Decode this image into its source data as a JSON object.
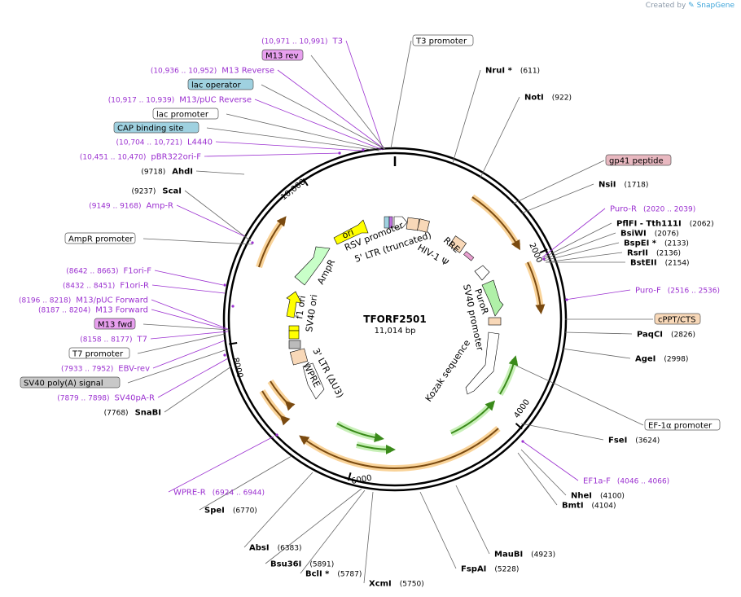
{
  "header": {
    "credit_prefix": "Created by",
    "credit_brand": "SnapGene"
  },
  "plasmid": {
    "name": "TFORF2501",
    "length_label": "11,014 bp",
    "total_bp": 11014
  },
  "ticks": [
    {
      "bp": 2000,
      "label": "2000"
    },
    {
      "bp": 4000,
      "label": "4000"
    },
    {
      "bp": 6000,
      "label": "6000"
    },
    {
      "bp": 8000,
      "label": "8000"
    },
    {
      "bp": 10000,
      "label": "10,000"
    }
  ],
  "colors": {
    "enzyme": "#000000",
    "primer": "#9b30d0",
    "line": "#666666",
    "primer_box": "#e8a0ef",
    "feature_box_blue": "#9fd1e0",
    "feature_box_pink": "#e8b8c0",
    "feature_box_peach": "#f8d8b8",
    "feature_box_gray": "#c8c8c8",
    "amp": "#c8ffc8",
    "ori": "#ffff00",
    "puro": "#b0f0a8",
    "ltr": "#f8d8b8",
    "orf_highlight": "#f8c880",
    "orf_arrow": "#3a8a1a"
  },
  "labels": {
    "left": [
      {
        "text": "T3",
        "coords": "(10,971 .. 10,991)",
        "kind": "primer"
      },
      {
        "text": "M13 rev",
        "kind": "primer_box"
      },
      {
        "text": "M13 Reverse",
        "coords": "(10,936 .. 10,952)",
        "kind": "primer"
      },
      {
        "text": "lac operator",
        "kind": "box_blue"
      },
      {
        "text": "M13/pUC Reverse",
        "coords": "(10,917 .. 10,939)",
        "kind": "primer"
      },
      {
        "text": "lac promoter",
        "kind": "box_white"
      },
      {
        "text": "CAP binding site",
        "kind": "box_blue"
      },
      {
        "text": "L4440",
        "coords": "(10,704 .. 10,721)",
        "kind": "primer"
      },
      {
        "text": "pBR322ori-F",
        "coords": "(10,451 .. 10,470)",
        "kind": "primer"
      },
      {
        "text": "AhdI",
        "pos": "(9718)",
        "kind": "enzyme"
      },
      {
        "text": "ScaI",
        "pos": "(9237)",
        "kind": "enzyme"
      },
      {
        "text": "Amp-R",
        "coords": "(9149 .. 9168)",
        "kind": "primer"
      },
      {
        "text": "AmpR promoter",
        "kind": "box_white"
      },
      {
        "text": "F1ori-F",
        "coords": "(8642 .. 8663)",
        "kind": "primer"
      },
      {
        "text": "F1ori-R",
        "coords": "(8432 .. 8451)",
        "kind": "primer"
      },
      {
        "text": "M13/pUC Forward",
        "coords": "(8196 .. 8218)",
        "kind": "primer"
      },
      {
        "text": "M13 Forward",
        "coords": "(8187 .. 8204)",
        "kind": "primer"
      },
      {
        "text": "M13 fwd",
        "kind": "primer_box"
      },
      {
        "text": "T7",
        "coords": "(8158 .. 8177)",
        "kind": "primer"
      },
      {
        "text": "T7 promoter",
        "kind": "box_white"
      },
      {
        "text": "EBV-rev",
        "coords": "(7933 .. 7952)",
        "kind": "primer"
      },
      {
        "text": "SV40 poly(A) signal",
        "kind": "box_gray"
      },
      {
        "text": "SV40pA-R",
        "coords": "(7879 .. 7898)",
        "kind": "primer"
      },
      {
        "text": "SnaBI",
        "pos": "(7768)",
        "kind": "enzyme"
      }
    ],
    "right": [
      {
        "text": "T3 promoter",
        "kind": "box_white"
      },
      {
        "text": "NruI *",
        "pos": "(611)",
        "kind": "enzyme"
      },
      {
        "text": "NotI",
        "pos": "(922)",
        "kind": "enzyme"
      },
      {
        "text": "gp41 peptide",
        "kind": "box_pink"
      },
      {
        "text": "NsiI",
        "pos": "(1718)",
        "kind": "enzyme"
      },
      {
        "text": "Puro-R",
        "coords": "(2020 .. 2039)",
        "kind": "primer"
      },
      {
        "text": "PflFI - Tth111I",
        "pos": "(2062)",
        "kind": "enzyme"
      },
      {
        "text": "BsiWI",
        "pos": "(2076)",
        "kind": "enzyme"
      },
      {
        "text": "BspEI *",
        "pos": "(2133)",
        "kind": "enzyme"
      },
      {
        "text": "RsrII",
        "pos": "(2136)",
        "kind": "enzyme"
      },
      {
        "text": "BstEII",
        "pos": "(2154)",
        "kind": "enzyme"
      },
      {
        "text": "Puro-F",
        "coords": "(2516 .. 2536)",
        "kind": "primer"
      },
      {
        "text": "cPPT/CTS",
        "kind": "box_peach"
      },
      {
        "text": "PaqCI",
        "pos": "(2826)",
        "kind": "enzyme"
      },
      {
        "text": "AgeI",
        "pos": "(2998)",
        "kind": "enzyme"
      },
      {
        "text": "EF-1α promoter",
        "kind": "box_white"
      },
      {
        "text": "FseI",
        "pos": "(3624)",
        "kind": "enzyme"
      },
      {
        "text": "EF1a-F",
        "coords": "(4046 .. 4066)",
        "kind": "primer"
      },
      {
        "text": "NheI",
        "pos": "(4100)",
        "kind": "enzyme"
      },
      {
        "text": "BmtI",
        "pos": "(4104)",
        "kind": "enzyme"
      },
      {
        "text": "MauBI",
        "pos": "(4923)",
        "kind": "enzyme"
      },
      {
        "text": "FspAI",
        "pos": "(5228)",
        "kind": "enzyme"
      },
      {
        "text": "XcmI",
        "pos": "(5750)",
        "kind": "enzyme"
      },
      {
        "text": "BclI *",
        "pos": "(5787)",
        "kind": "enzyme"
      },
      {
        "text": "Bsu36I",
        "pos": "(5891)",
        "kind": "enzyme"
      },
      {
        "text": "AbsI",
        "pos": "(6383)",
        "kind": "enzyme"
      },
      {
        "text": "SpeI",
        "pos": "(6770)",
        "kind": "enzyme"
      },
      {
        "text": "WPRE-R",
        "coords": "(6924 .. 6944)",
        "kind": "primer"
      }
    ]
  },
  "inner_features": [
    {
      "text": "RSV promoter"
    },
    {
      "text": "5' LTR (truncated)"
    },
    {
      "text": "HIV-1 Ψ"
    },
    {
      "text": "RRE"
    },
    {
      "text": "PuroR"
    },
    {
      "text": "SV40 promoter"
    },
    {
      "text": "Kozak sequence"
    },
    {
      "text": "3' LTR (ΔU3)"
    },
    {
      "text": "WPRE"
    },
    {
      "text": "SV40 ori"
    },
    {
      "text": "f1 ori"
    },
    {
      "text": "AmpR"
    },
    {
      "text": "ori"
    }
  ]
}
